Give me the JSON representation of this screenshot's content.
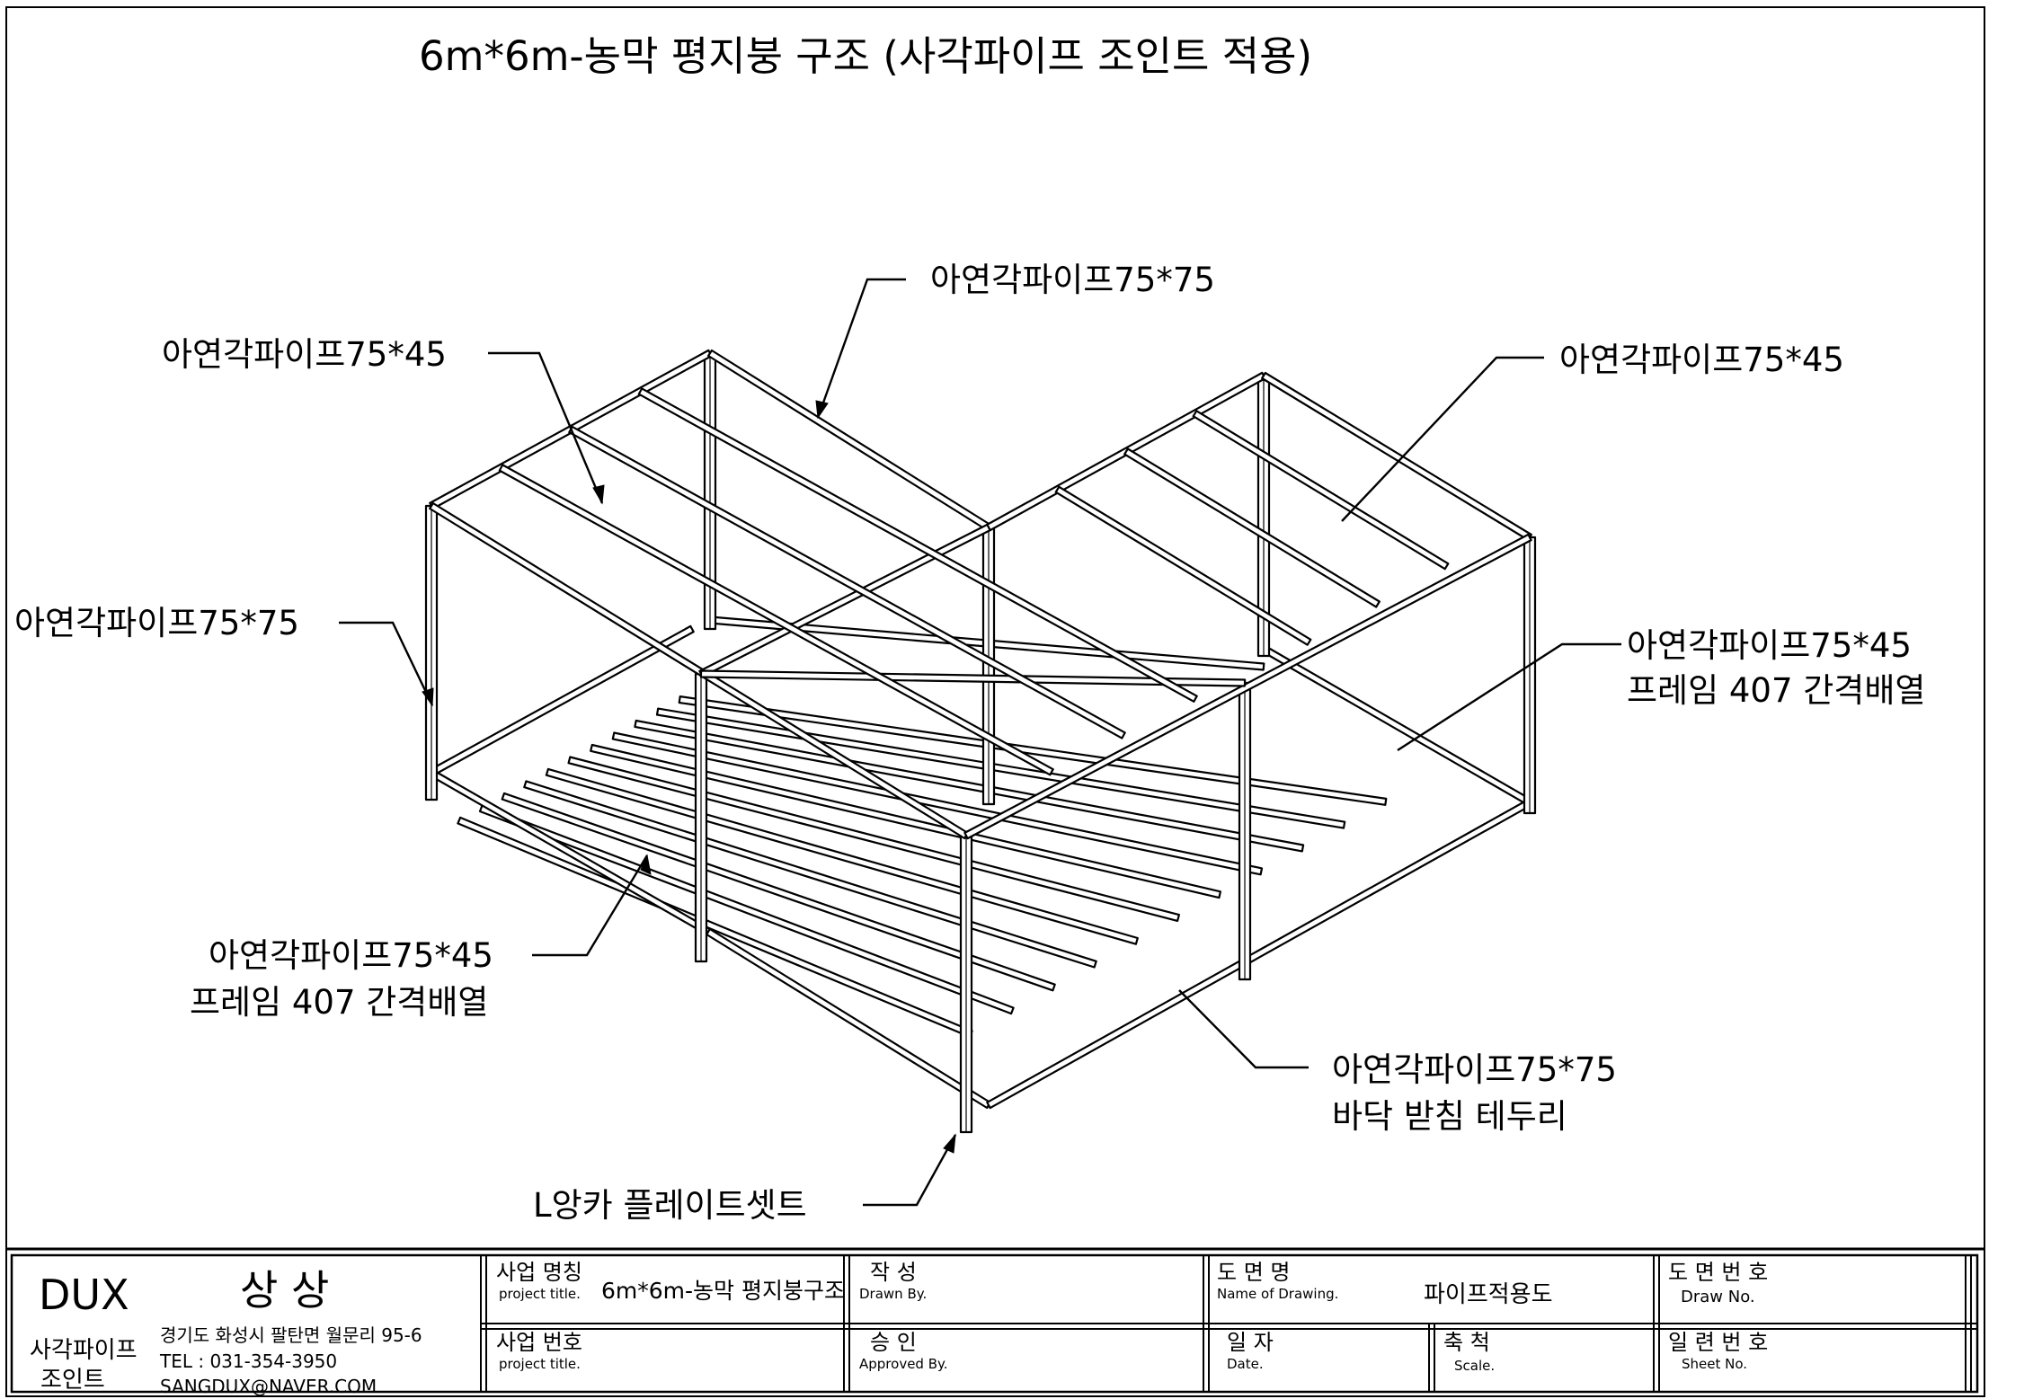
{
  "title": "6m*6m-농막 평지붕 구조 (사각파이프 조인트 적용)",
  "callouts": {
    "top_center": "아연각파이프75*75",
    "left_top": "아연각파이프75*45",
    "right_top": "아연각파이프75*45",
    "left_mid": "아연각파이프75*75",
    "right_mid_1": "아연각파이프75*45",
    "right_mid_2": "프레임 407 간격배열",
    "left_bottom_1": "아연각파이프75*45",
    "left_bottom_2": "프레임 407 간격배열",
    "right_bottom_1": "아연각파이프75*75",
    "right_bottom_2": "바닥 받침 테두리",
    "bottom_center": "L앙카 플레이트셋트"
  },
  "title_block": {
    "company_brand": "DUX",
    "company_name": "상 상",
    "company_product_1": "사각파이프",
    "company_product_2": "조인트",
    "address": "경기도 화성시 팔탄면 월문리 95-6",
    "tel": "TEL : 031-354-3950",
    "email": "SANGDUX@NAVER.COM",
    "project_name_label": "사업 명칭",
    "project_name_sub": "project title.",
    "project_name_value": "6m*6m-농막 평지붕구조",
    "project_no_label": "사업 번호",
    "project_no_sub": "project title.",
    "drawn_label": "작 성",
    "drawn_sub": "Drawn By.",
    "approved_label": "승 인",
    "approved_sub": "Approved By.",
    "drawing_name_label": "도 면 명",
    "drawing_name_sub": "Name of Drawing.",
    "drawing_name_value": "파이프적용도",
    "date_label": "일 자",
    "date_sub": "Date.",
    "scale_label": "축 척",
    "scale_sub": "Scale.",
    "drawing_no_label": "도 면 번 호",
    "drawing_no_sub": "Draw No.",
    "sheet_no_label": "일 련 번 호",
    "sheet_no_sub": "Sheet No."
  }
}
